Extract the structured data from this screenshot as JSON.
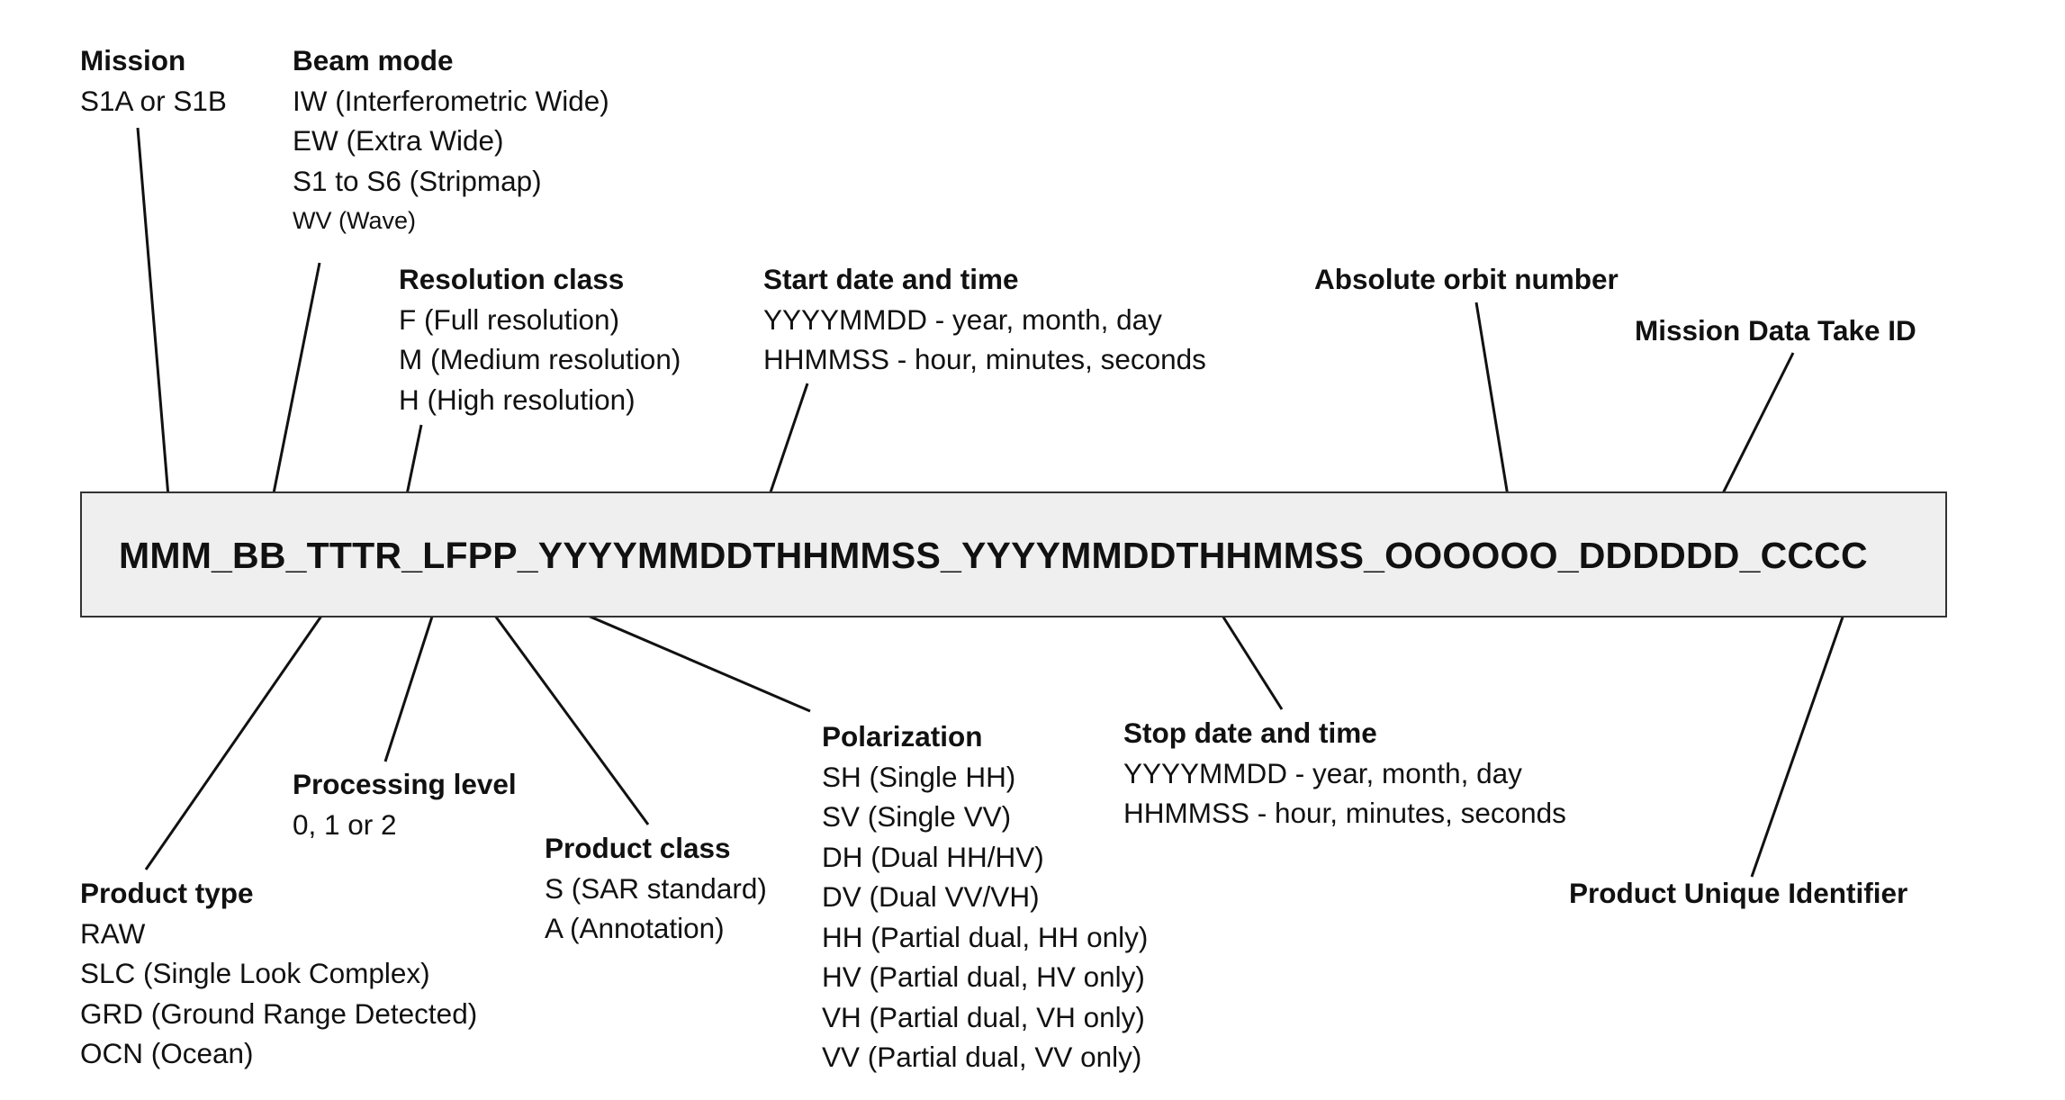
{
  "filename": "MMM_BB_TTTR_LFPP_YYYYMMDDTHHMMSS_YYYYMMDDTHHMMSS_OOOOOO_DDDDDD_CCCC",
  "fields": {
    "mission": {
      "title": "Mission",
      "lines": [
        "S1A or S1B"
      ]
    },
    "beam_mode": {
      "title": "Beam mode",
      "lines": [
        "IW (Interferometric Wide)",
        "EW (Extra Wide)",
        "S1 to S6 (Stripmap)",
        "WV (Wave)"
      ]
    },
    "resolution_class": {
      "title": "Resolution class",
      "lines": [
        "F (Full resolution)",
        "M (Medium resolution)",
        "H (High resolution)"
      ]
    },
    "start_date": {
      "title": "Start date and time",
      "lines": [
        "YYYYMMDD - year, month, day",
        "HHMMSS - hour, minutes, seconds"
      ]
    },
    "absolute_orbit": {
      "title": "Absolute orbit number",
      "lines": []
    },
    "mission_data_take": {
      "title": "Mission Data Take ID",
      "lines": []
    },
    "product_type": {
      "title": "Product type",
      "lines": [
        "RAW",
        "SLC (Single Look Complex)",
        "GRD (Ground Range Detected)",
        "OCN (Ocean)"
      ]
    },
    "processing_level": {
      "title": "Processing level",
      "lines": [
        "0, 1 or 2"
      ]
    },
    "product_class": {
      "title": "Product class",
      "lines": [
        "S (SAR standard)",
        "A (Annotation)"
      ]
    },
    "polarization": {
      "title": "Polarization",
      "lines": [
        "SH (Single HH)",
        "SV (Single VV)",
        "DH (Dual HH/HV)",
        "DV (Dual VV/VH)",
        "HH (Partial dual, HH only)",
        "HV (Partial dual, HV only)",
        "VH (Partial dual, VH only)",
        "VV (Partial dual, VV only)"
      ]
    },
    "stop_date": {
      "title": "Stop date and time",
      "lines": [
        "YYYYMMDD - year, month, day",
        "HHMMSS - hour, minutes, seconds"
      ]
    },
    "product_unique_id": {
      "title": "Product Unique Identifier",
      "lines": []
    }
  }
}
